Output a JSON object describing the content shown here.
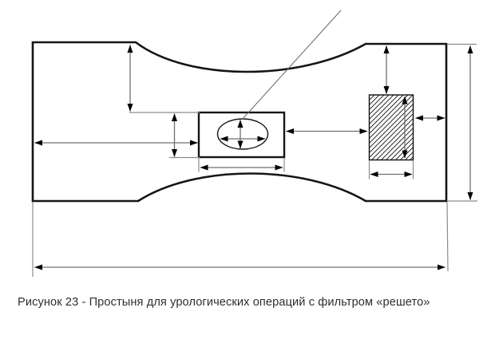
{
  "figure": {
    "caption": "Рисунок 23 - Простыня для урологических операций с фильтром «решето»"
  },
  "colors": {
    "background": "#ffffff",
    "outline": "#151515",
    "dimension_lines": "#6f6f6f",
    "extension_lines": "#8c8c8c",
    "arrowheads": "#000000",
    "hatch": "#111111",
    "caption_text": "#2e2e2e"
  },
  "diagram": {
    "kind": "dimensioned-technical-drawing",
    "parts": [
      {
        "id": "sheet-outline",
        "label": "surgical sheet outline with concave top and bottom edges"
      },
      {
        "id": "fenestration-window",
        "label": "central rectangular fenestration"
      },
      {
        "id": "oval-aperture",
        "label": "oval aperture inside fenestration"
      },
      {
        "id": "sieve-filter",
        "label": "hatched sieve filter rectangle"
      },
      {
        "id": "leader-line",
        "label": "diagonal leader line pointing to oval aperture"
      }
    ],
    "dimension_arrow_count": 13
  }
}
